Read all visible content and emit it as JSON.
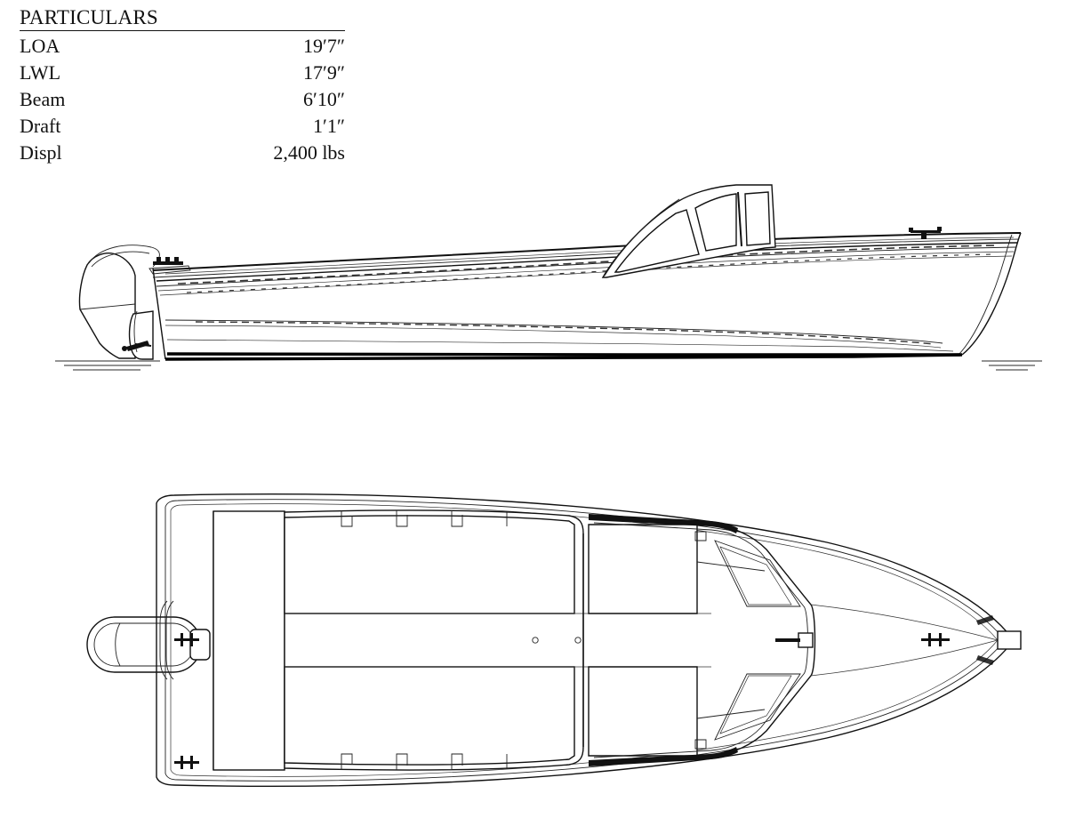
{
  "particulars": {
    "title": "PARTICULARS",
    "rows": [
      {
        "label": "LOA",
        "value": "19′7″"
      },
      {
        "label": "LWL",
        "value": "17′9″"
      },
      {
        "label": "Beam",
        "value": "6′10″"
      },
      {
        "label": "Draft",
        "value": "1′1″"
      },
      {
        "label": "Displ",
        "value": "2,400 lbs"
      }
    ]
  },
  "drawings": {
    "profile": {
      "name": "boat-profile-view",
      "description": "Side elevation of a 19 foot 7 inch outboard runabout with raked windshield, flared bow, outboard motor on transom, shown floating at waterline",
      "parts": [
        "outboard-motor",
        "transom",
        "sheer-line",
        "rubrail",
        "windshield",
        "bow-cleat",
        "stern-cleat",
        "waterline",
        "keel",
        "water-surface"
      ]
    },
    "plan": {
      "name": "boat-plan-view",
      "description": "Overhead plan view showing cockpit sole, side seating, center walkway, V-shaped windshield, foredeck, bow cleat, quarter cleats and outboard motor cowling aft of transom",
      "parts": [
        "outboard-cowling",
        "transom",
        "motor-well",
        "cockpit-sole",
        "port-seat",
        "starboard-seat",
        "center-walkway",
        "windshield",
        "foredeck",
        "bow-cleat",
        "quarter-cleat-port",
        "quarter-cleat-starboard",
        "stem-fitting"
      ]
    }
  },
  "colors": {
    "ink": "#111111",
    "paper": "#ffffff",
    "water": "#555555"
  }
}
